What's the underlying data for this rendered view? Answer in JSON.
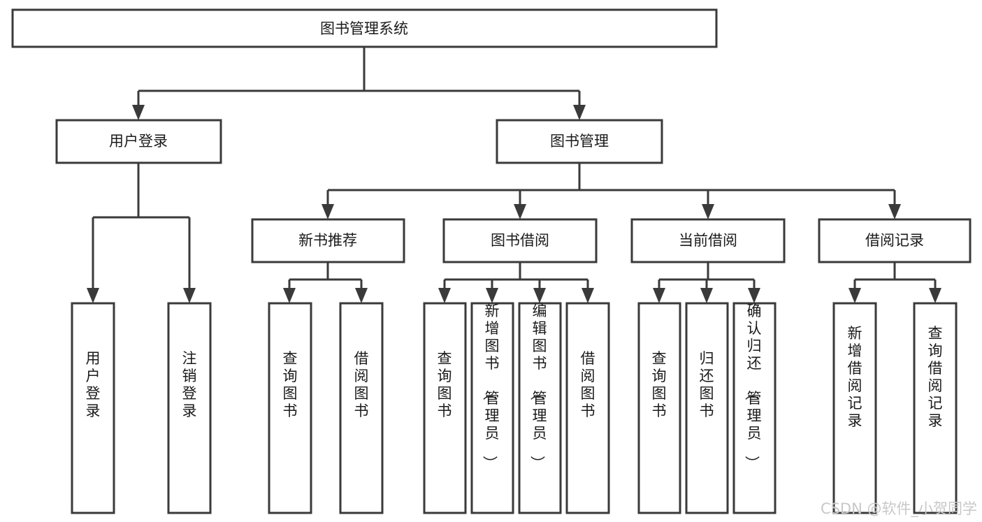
{
  "diagram": {
    "title": "图书管理系统",
    "type": "tree-hierarchy",
    "root": {
      "id": "root",
      "label": "图书管理系统"
    },
    "level2": [
      {
        "id": "user-login",
        "label": "用户登录"
      },
      {
        "id": "book-manage",
        "label": "图书管理"
      }
    ],
    "level3": [
      {
        "id": "new-book-rec",
        "label": "新书推荐",
        "parent": "book-manage"
      },
      {
        "id": "book-borrow",
        "label": "图书借阅",
        "parent": "book-manage"
      },
      {
        "id": "current-borrow",
        "label": "当前借阅",
        "parent": "book-manage"
      },
      {
        "id": "borrow-record",
        "label": "借阅记录",
        "parent": "book-manage"
      }
    ],
    "leaves": [
      {
        "id": "leaf-user-login",
        "label": "用户登录",
        "parent": "user-login"
      },
      {
        "id": "leaf-logout",
        "label": "注销登录",
        "parent": "user-login"
      },
      {
        "id": "leaf-query-book-1",
        "label": "查询图书",
        "parent": "new-book-rec"
      },
      {
        "id": "leaf-borrow-book-1",
        "label": "借阅图书",
        "parent": "new-book-rec"
      },
      {
        "id": "leaf-query-book-2",
        "label": "查询图书",
        "parent": "book-borrow"
      },
      {
        "id": "leaf-add-book",
        "label": "新增图书（管理员）",
        "parent": "book-borrow"
      },
      {
        "id": "leaf-edit-book",
        "label": "编辑图书（管理员）",
        "parent": "book-borrow"
      },
      {
        "id": "leaf-borrow-book-2",
        "label": "借阅图书",
        "parent": "book-borrow"
      },
      {
        "id": "leaf-query-book-3",
        "label": "查询图书",
        "parent": "current-borrow"
      },
      {
        "id": "leaf-return-book",
        "label": "归还图书",
        "parent": "current-borrow"
      },
      {
        "id": "leaf-confirm-return",
        "label": "确认归还（管理员）",
        "parent": "current-borrow"
      },
      {
        "id": "leaf-add-record",
        "label": "新增借阅记录",
        "parent": "borrow-record"
      },
      {
        "id": "leaf-query-record",
        "label": "查询借阅记录",
        "parent": "borrow-record"
      }
    ],
    "watermark": "CSDN @软件_小贺同学",
    "colors": {
      "stroke": "#3a3a3a",
      "fill": "#ffffff",
      "text": "#1a1a1a",
      "watermark": "#c8c8c8",
      "background": "#ffffff"
    }
  }
}
